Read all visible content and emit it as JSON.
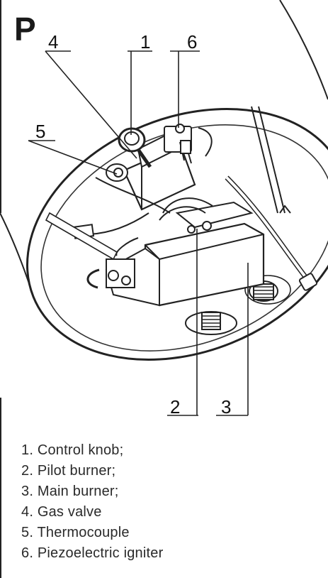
{
  "panel": {
    "letter": "P"
  },
  "callouts": [
    {
      "number": "1"
    },
    {
      "number": "2"
    },
    {
      "number": "3"
    },
    {
      "number": "4"
    },
    {
      "number": "5"
    },
    {
      "number": "6"
    }
  ],
  "legend": [
    "1.  Control knob;",
    "2. Pilot burner;",
    "3. Main burner;",
    "4. Gas valve",
    "5. Thermocouple",
    "6. Piezoelectric igniter"
  ]
}
